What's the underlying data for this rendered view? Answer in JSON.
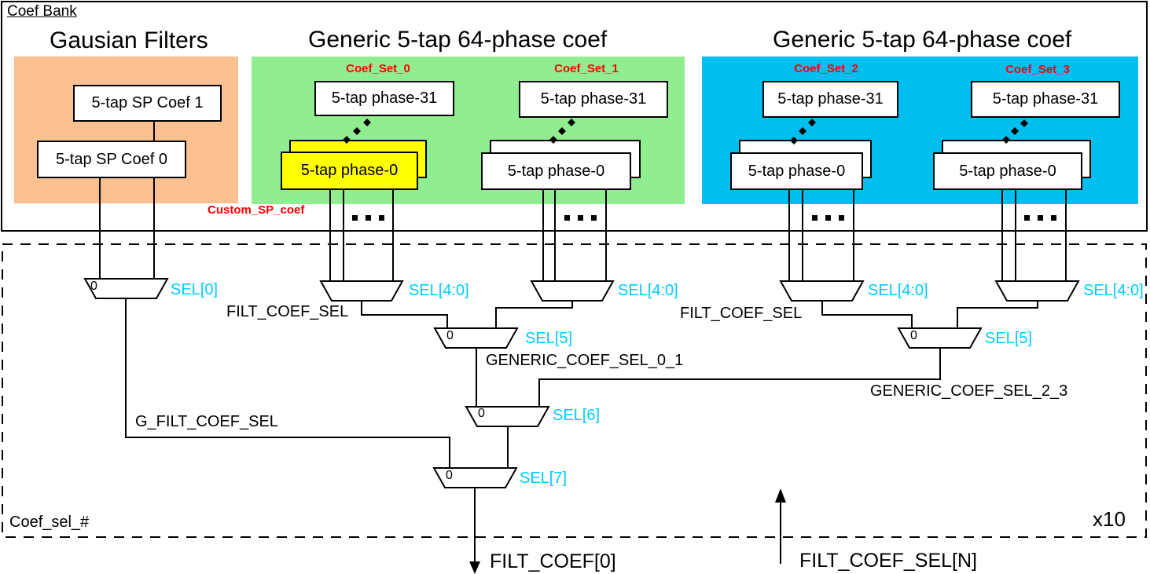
{
  "colors": {
    "gaussian-region": "#FAC090",
    "generic-left-region": "#90EE90",
    "generic-right-region": "#00BFF0",
    "custom-coef": "#FFFF00",
    "set-label": "#FF0000",
    "sel-label": "#00CCFF"
  },
  "bank": {
    "title": "Coef Bank",
    "gaussian": {
      "heading": "Gausian Filters",
      "coef1": "5-tap SP Coef 1",
      "coef0": "5-tap SP Coef 0"
    },
    "generic_left": {
      "heading": "Generic 5-tap 64-phase coef",
      "set0_label": "Coef_Set_0",
      "set1_label": "Coef_Set_1",
      "phase31": "5-tap phase-31",
      "phase0": "5-tap phase-0",
      "custom_sp_label": "Custom_SP_coef"
    },
    "generic_right": {
      "heading": "Generic 5-tap 64-phase coef",
      "set2_label": "Coef_Set_2",
      "set3_label": "Coef_Set_3",
      "phase31": "5-tap phase-31",
      "phase0": "5-tap phase-0"
    }
  },
  "selector": {
    "region_label": "Coef_sel_#",
    "multiplier": "x10",
    "mux_zero": "0",
    "sel0": "SEL[0]",
    "sel40": "SEL[4:0]",
    "sel5": "SEL[5]",
    "sel6": "SEL[6]",
    "sel7": "SEL[7]",
    "filt_coef_sel": "FILT_COEF_SEL",
    "generic_coef_sel_0_1": "GENERIC_COEF_SEL_0_1",
    "generic_coef_sel_2_3": "GENERIC_COEF_SEL_2_3",
    "g_filt_coef_sel": "G_FILT_COEF_SEL"
  },
  "io": {
    "coef_output": "FILT_COEF[0]",
    "sel_input": "FILT_COEF_SEL[N]"
  }
}
